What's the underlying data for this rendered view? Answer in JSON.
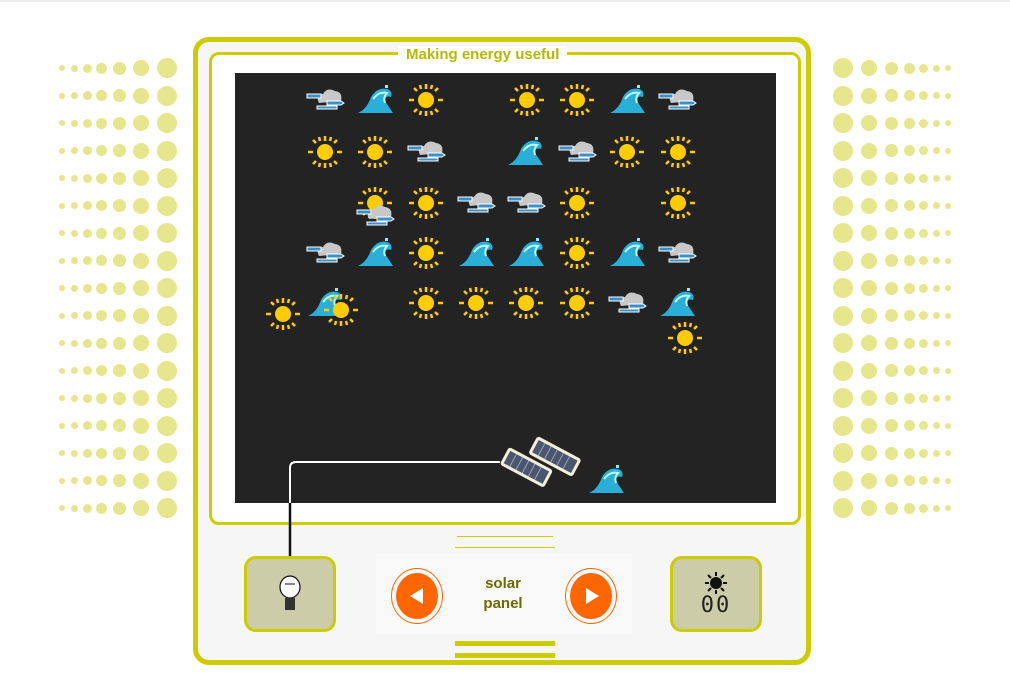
{
  "title": "Making energy useful",
  "selector": {
    "label_line1": "solar",
    "label_line2": "panel"
  },
  "counter": {
    "value": "00",
    "icon": "sun-icon"
  },
  "output_button": {
    "icon": "lightbulb-icon"
  },
  "falling_items": [
    "cloud",
    "wave",
    "sun",
    "sun",
    "sun",
    "wave",
    "cloud",
    "sun",
    "sun",
    "cloud",
    "wave",
    "cloud",
    "sun",
    "sun",
    "sun",
    "cloud",
    "sun",
    "cloud",
    "cloud",
    "sun",
    "sun",
    "cloud",
    "wave",
    "sun",
    "wave",
    "wave",
    "sun",
    "wave",
    "cloud",
    "sun",
    "wave",
    "sun",
    "sun",
    "sun",
    "sun",
    "sun",
    "cloud",
    "wave",
    "sun",
    "wave"
  ],
  "player": {
    "type": "solar-panel"
  },
  "colors": {
    "accent": "#cccc00",
    "screen": "#232323",
    "arrow": "#ff6600",
    "sun": "#ffcc00",
    "wave": "#2ab0d8"
  }
}
